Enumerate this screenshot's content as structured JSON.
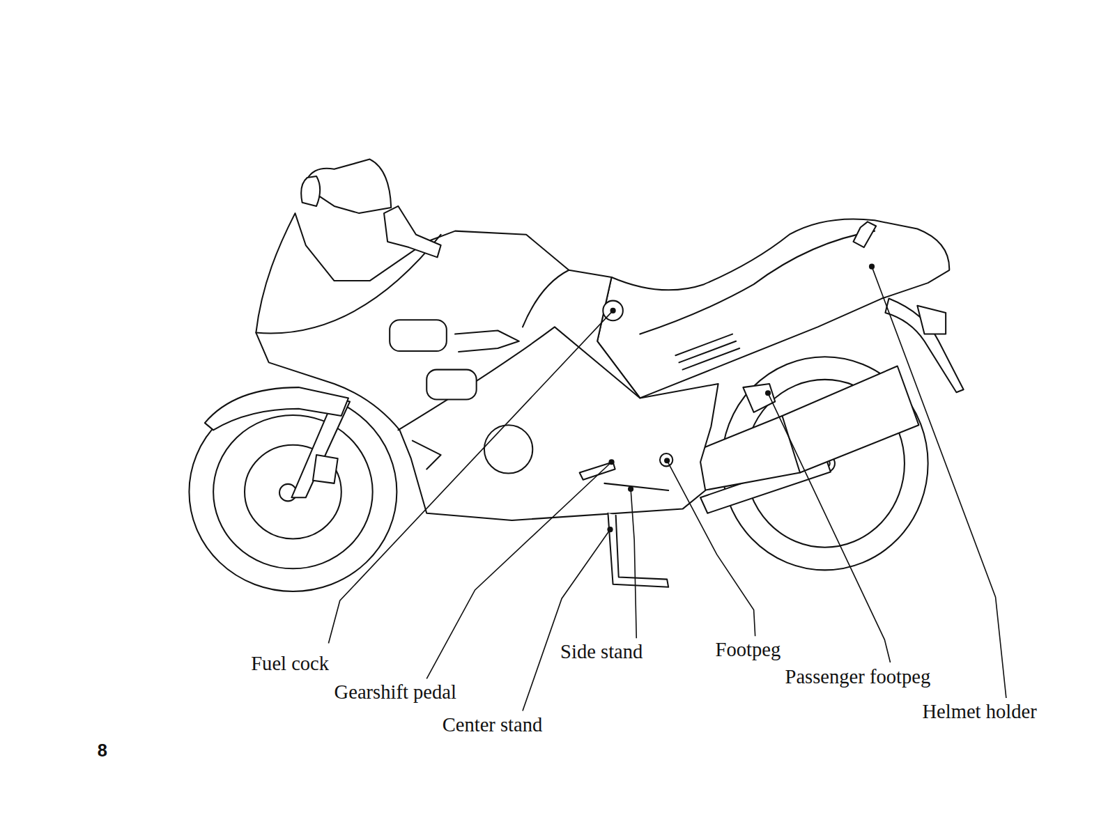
{
  "diagram": {
    "labels": [
      "Fuel cock",
      "Gearshift pedal",
      "Center stand",
      "Side stand",
      "Footpeg",
      "Passenger footpeg",
      "Helmet holder",
      "8"
    ]
  }
}
